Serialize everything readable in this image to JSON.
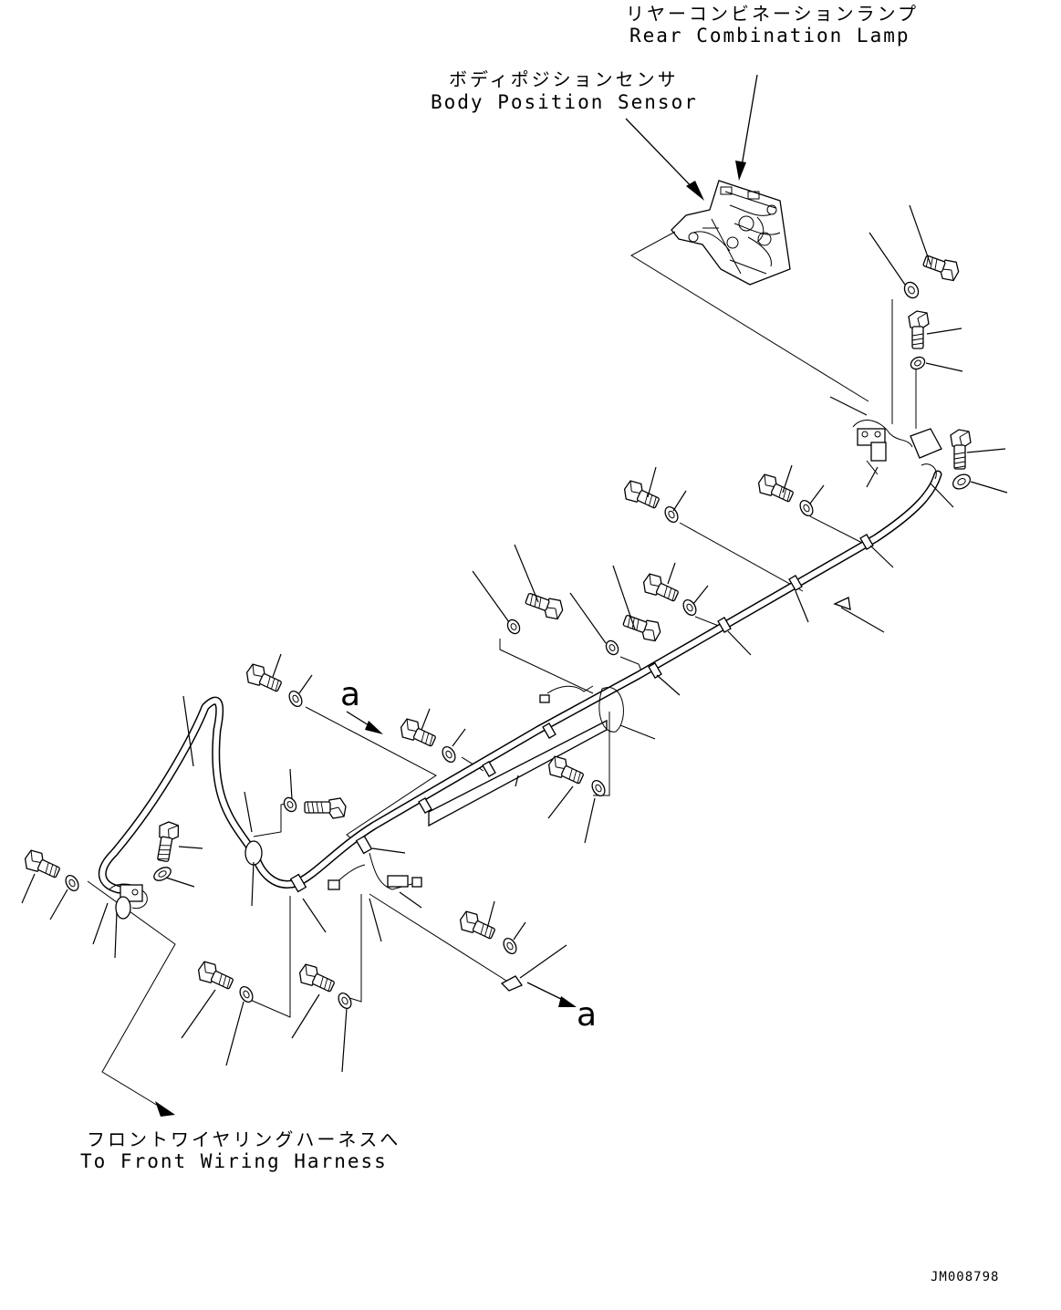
{
  "labels": {
    "rear_lamp_jp": "リヤーコンビネーションランプ",
    "rear_lamp_en": "Rear Combination Lamp",
    "body_sensor_jp": "ボディポジションセンサ",
    "body_sensor_en": "Body Position Sensor",
    "front_harness_jp": "フロントワイヤリングハーネスへ",
    "front_harness_en": "To Front Wiring Harness",
    "ref_a_top": "a",
    "ref_a_bottom": "a",
    "drawing_code": "JM008798"
  }
}
